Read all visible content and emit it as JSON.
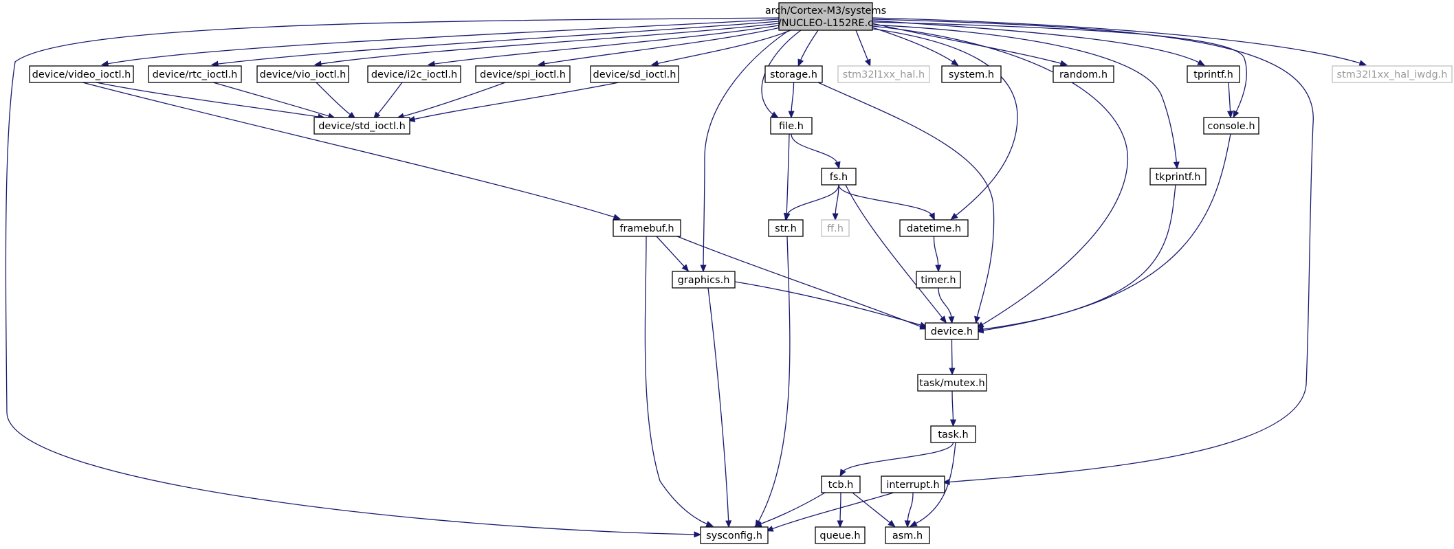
{
  "graph": {
    "nodes": [
      {
        "id": "root",
        "lines": [
          "arch/Cortex-M3/systems",
          "/NUCLEO-L152RE.c"
        ],
        "style": "root"
      },
      {
        "id": "video_ioctl",
        "lines": [
          "device/video_ioctl.h"
        ],
        "style": "normal"
      },
      {
        "id": "rtc_ioctl",
        "lines": [
          "device/rtc_ioctl.h"
        ],
        "style": "normal"
      },
      {
        "id": "vio_ioctl",
        "lines": [
          "device/vio_ioctl.h"
        ],
        "style": "normal"
      },
      {
        "id": "i2c_ioctl",
        "lines": [
          "device/i2c_ioctl.h"
        ],
        "style": "normal"
      },
      {
        "id": "spi_ioctl",
        "lines": [
          "device/spi_ioctl.h"
        ],
        "style": "normal"
      },
      {
        "id": "sd_ioctl",
        "lines": [
          "device/sd_ioctl.h"
        ],
        "style": "normal"
      },
      {
        "id": "storage",
        "lines": [
          "storage.h"
        ],
        "style": "normal"
      },
      {
        "id": "hal",
        "lines": [
          "stm32l1xx_hal.h"
        ],
        "style": "missing"
      },
      {
        "id": "system",
        "lines": [
          "system.h"
        ],
        "style": "normal"
      },
      {
        "id": "random",
        "lines": [
          "random.h"
        ],
        "style": "normal"
      },
      {
        "id": "tprintf",
        "lines": [
          "tprintf.h"
        ],
        "style": "normal"
      },
      {
        "id": "iwdg",
        "lines": [
          "stm32l1xx_hal_iwdg.h"
        ],
        "style": "missing"
      },
      {
        "id": "std_ioctl",
        "lines": [
          "device/std_ioctl.h"
        ],
        "style": "normal"
      },
      {
        "id": "file",
        "lines": [
          "file.h"
        ],
        "style": "normal"
      },
      {
        "id": "console",
        "lines": [
          "console.h"
        ],
        "style": "normal"
      },
      {
        "id": "fs",
        "lines": [
          "fs.h"
        ],
        "style": "normal"
      },
      {
        "id": "tkprintf",
        "lines": [
          "tkprintf.h"
        ],
        "style": "normal"
      },
      {
        "id": "framebuf",
        "lines": [
          "framebuf.h"
        ],
        "style": "normal"
      },
      {
        "id": "str",
        "lines": [
          "str.h"
        ],
        "style": "normal"
      },
      {
        "id": "ff",
        "lines": [
          "ff.h"
        ],
        "style": "missing"
      },
      {
        "id": "datetime",
        "lines": [
          "datetime.h"
        ],
        "style": "normal"
      },
      {
        "id": "graphics",
        "lines": [
          "graphics.h"
        ],
        "style": "normal"
      },
      {
        "id": "timer",
        "lines": [
          "timer.h"
        ],
        "style": "normal"
      },
      {
        "id": "device",
        "lines": [
          "device.h"
        ],
        "style": "normal"
      },
      {
        "id": "mutex",
        "lines": [
          "task/mutex.h"
        ],
        "style": "normal"
      },
      {
        "id": "task",
        "lines": [
          "task.h"
        ],
        "style": "normal"
      },
      {
        "id": "tcb",
        "lines": [
          "tcb.h"
        ],
        "style": "normal"
      },
      {
        "id": "interrupt",
        "lines": [
          "interrupt.h"
        ],
        "style": "normal"
      },
      {
        "id": "sysconfig",
        "lines": [
          "sysconfig.h"
        ],
        "style": "normal"
      },
      {
        "id": "queue",
        "lines": [
          "queue.h"
        ],
        "style": "normal"
      },
      {
        "id": "asm",
        "lines": [
          "asm.h"
        ],
        "style": "normal"
      }
    ],
    "edges": [
      {
        "from": "root",
        "to": "video_ioctl"
      },
      {
        "from": "root",
        "to": "rtc_ioctl"
      },
      {
        "from": "root",
        "to": "vio_ioctl"
      },
      {
        "from": "root",
        "to": "i2c_ioctl"
      },
      {
        "from": "root",
        "to": "spi_ioctl"
      },
      {
        "from": "root",
        "to": "sd_ioctl"
      },
      {
        "from": "root",
        "to": "storage"
      },
      {
        "from": "root",
        "to": "hal"
      },
      {
        "from": "root",
        "to": "system"
      },
      {
        "from": "root",
        "to": "random"
      },
      {
        "from": "root",
        "to": "tprintf"
      },
      {
        "from": "root",
        "to": "iwdg"
      },
      {
        "from": "root",
        "to": "file"
      },
      {
        "from": "root",
        "to": "console"
      },
      {
        "from": "root",
        "to": "tkprintf"
      },
      {
        "from": "root",
        "to": "graphics"
      },
      {
        "from": "root",
        "to": "datetime"
      },
      {
        "from": "root",
        "to": "device"
      },
      {
        "from": "root",
        "to": "interrupt"
      },
      {
        "from": "root",
        "to": "sysconfig"
      },
      {
        "from": "video_ioctl",
        "to": "std_ioctl"
      },
      {
        "from": "video_ioctl",
        "to": "framebuf"
      },
      {
        "from": "rtc_ioctl",
        "to": "std_ioctl"
      },
      {
        "from": "vio_ioctl",
        "to": "std_ioctl"
      },
      {
        "from": "i2c_ioctl",
        "to": "std_ioctl"
      },
      {
        "from": "spi_ioctl",
        "to": "std_ioctl"
      },
      {
        "from": "sd_ioctl",
        "to": "std_ioctl"
      },
      {
        "from": "storage",
        "to": "file"
      },
      {
        "from": "storage",
        "to": "device"
      },
      {
        "from": "file",
        "to": "fs"
      },
      {
        "from": "file",
        "to": "str"
      },
      {
        "from": "fs",
        "to": "str"
      },
      {
        "from": "fs",
        "to": "ff"
      },
      {
        "from": "fs",
        "to": "datetime"
      },
      {
        "from": "fs",
        "to": "device"
      },
      {
        "from": "tprintf",
        "to": "console"
      },
      {
        "from": "console",
        "to": "device"
      },
      {
        "from": "tkprintf",
        "to": "device"
      },
      {
        "from": "framebuf",
        "to": "graphics"
      },
      {
        "from": "framebuf",
        "to": "device"
      },
      {
        "from": "framebuf",
        "to": "sysconfig"
      },
      {
        "from": "graphics",
        "to": "device"
      },
      {
        "from": "graphics",
        "to": "sysconfig"
      },
      {
        "from": "str",
        "to": "sysconfig"
      },
      {
        "from": "datetime",
        "to": "timer"
      },
      {
        "from": "timer",
        "to": "device"
      },
      {
        "from": "device",
        "to": "mutex"
      },
      {
        "from": "mutex",
        "to": "task"
      },
      {
        "from": "task",
        "to": "tcb"
      },
      {
        "from": "task",
        "to": "asm"
      },
      {
        "from": "tcb",
        "to": "sysconfig"
      },
      {
        "from": "tcb",
        "to": "queue"
      },
      {
        "from": "tcb",
        "to": "asm"
      },
      {
        "from": "interrupt",
        "to": "sysconfig"
      },
      {
        "from": "interrupt",
        "to": "asm"
      }
    ],
    "colors": {
      "edge": "#191970",
      "node_border": "#000000",
      "root_fill": "#bfbfbf",
      "missing_border": "#bfbfbf",
      "missing_text": "#9a9a9a"
    }
  }
}
